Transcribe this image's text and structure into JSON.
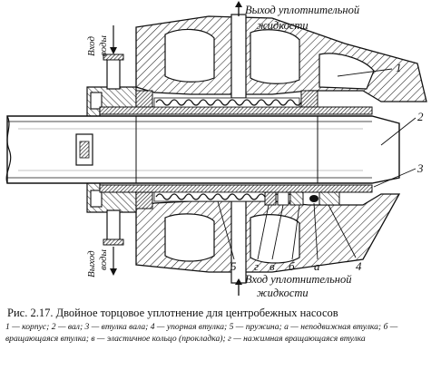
{
  "figure": {
    "outlet_label_line1": "Выход уплотнительной",
    "outlet_label_line2": "жидкости",
    "inlet_label_line1": "Вход уплотнительной",
    "inlet_label_line2": "жидкости",
    "water_in_line1": "Вход",
    "water_in_line2": "воды",
    "water_out_line1": "Выход",
    "water_out_line2": "воды",
    "callouts": {
      "c1": "1",
      "c2": "2",
      "c3": "3",
      "c4": "4",
      "c5": "5",
      "cg": "г",
      "cv": "в",
      "cb": "б",
      "ca": "а"
    }
  },
  "caption": {
    "title": "Рис. 2.17. Двойное торцовое уплотнение для центробежных насосов",
    "legend": "1 — корпус; 2 — вал; 3 — втулка вала; 4 — упорная втулка; 5 — пружина; а — неподвижная втулка; б — вращающаяся втулка; в — эластичное кольцо (прокладка); г — нажимная вращающаяся втулка"
  }
}
